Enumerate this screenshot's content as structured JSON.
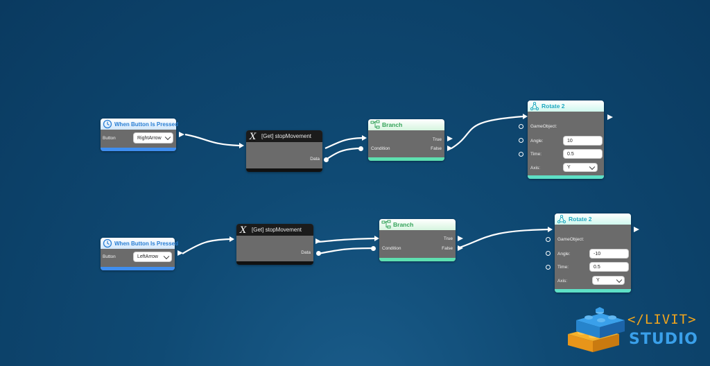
{
  "graph1": {
    "event": {
      "title": "When Button Is Pressed",
      "button_label": "Button",
      "button_value": "RightArrow"
    },
    "getter": {
      "title": "[Get] stopMovement",
      "data_label": "Data"
    },
    "branch": {
      "title": "Branch",
      "true_label": "True",
      "false_label": "False",
      "condition_label": "Condition"
    },
    "rotate": {
      "title": "Rotate 2",
      "gameobject_label": "GameObject:",
      "angle_label": "Angle:",
      "angle_value": "10",
      "time_label": "Time:",
      "time_value": "0.5",
      "axis_label": "Axis:",
      "axis_value": "Y"
    }
  },
  "graph2": {
    "event": {
      "title": "When Button Is Pressed",
      "button_label": "Button",
      "button_value": "LeftArrow"
    },
    "getter": {
      "title": "[Get] stopMovement",
      "data_label": "Data"
    },
    "branch": {
      "title": "Branch",
      "true_label": "True",
      "false_label": "False",
      "condition_label": "Condition"
    },
    "rotate": {
      "title": "Rotate 2",
      "gameobject_label": "GameObject:",
      "angle_label": "Angle:",
      "angle_value": "-10",
      "time_label": "Time:",
      "time_value": "0.5",
      "axis_label": "Axis:",
      "axis_value": "Y"
    }
  },
  "logo": {
    "line1": "</LIVIT>",
    "line2": "STUDIO"
  },
  "colors": {
    "background": "#0f4a74",
    "event_accent": "#3f8ef0",
    "branch_accent": "#5ee0b0",
    "rotate_accent": "#5ee0c6",
    "wire": "#ffffff"
  },
  "icons": {
    "event": "clock-icon",
    "getter": "variable-x-icon",
    "branch": "branch-icon",
    "rotate": "rotate-icon"
  }
}
